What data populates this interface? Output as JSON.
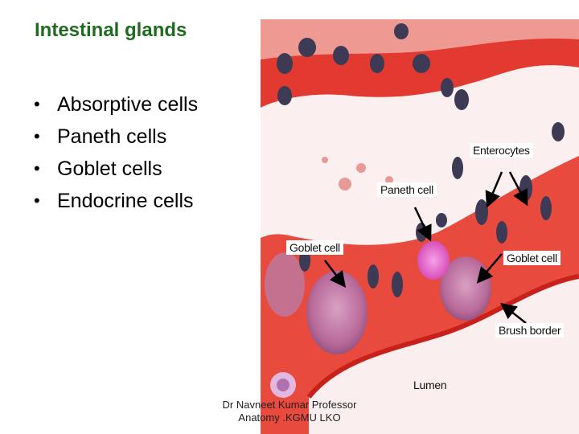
{
  "slide": {
    "title": "Intestinal glands",
    "bullets": [
      "Absorptive cells",
      "Paneth cells",
      "Goblet cells",
      "Endocrine cells"
    ],
    "bullet_marker": "•"
  },
  "micrograph": {
    "labels": {
      "enterocytes": "Enterocytes",
      "paneth_cell": "Paneth cell",
      "goblet_cell_left": "Goblet cell",
      "goblet_cell_right": "Goblet cell",
      "brush_border": "Brush border",
      "lumen": "Lumen"
    },
    "colors": {
      "tissue_red": "#e0302a",
      "background_pink": "#f6d7d4",
      "nucleus": "#3a3a55",
      "goblet": "#c86aa0",
      "paneth": "#e060c0"
    }
  },
  "footer": {
    "line1": "Dr Navneet Kumar Professor",
    "line2": "Anatomy .KGMU LKO"
  }
}
